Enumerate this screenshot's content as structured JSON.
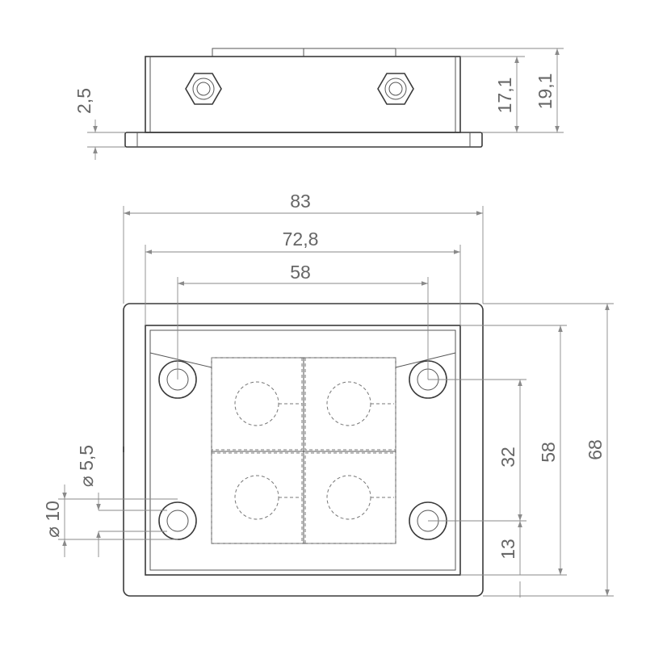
{
  "drawing": {
    "side_view": {
      "plate_thickness": "2,5",
      "body_height": "17,1",
      "total_height": "19,1"
    },
    "top_view": {
      "overall_width": "83",
      "inner_width": "72,8",
      "hole_spacing_x": "58",
      "overall_height": "68",
      "inner_height": "58",
      "hole_spacing_y": "32",
      "edge_offset": "13",
      "hole_dia_outer": "⌀ 10",
      "hole_dia_inner": "⌀ 5,5"
    },
    "colors": {
      "outline": "#3a3a3a",
      "dimension": "#8a8a8a",
      "text": "#666666"
    }
  }
}
